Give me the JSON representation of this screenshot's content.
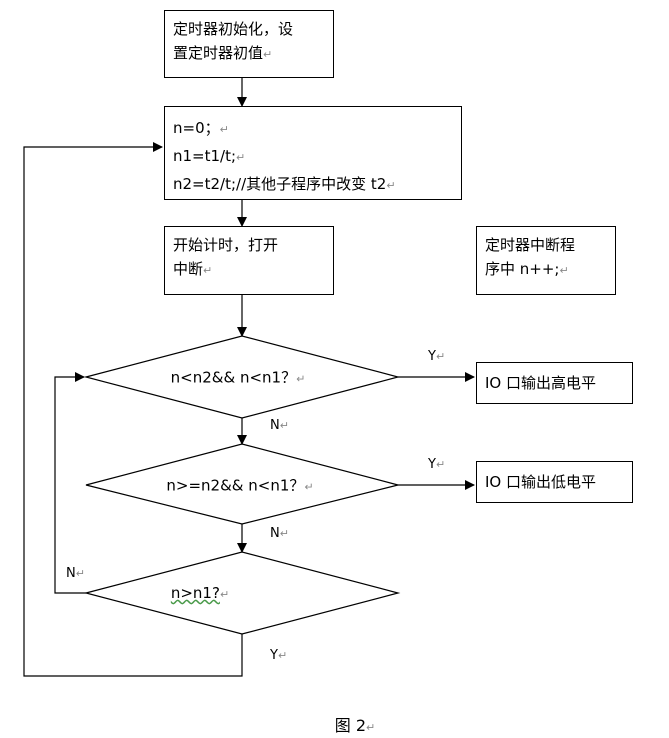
{
  "boxes": {
    "init": [
      "定时器初始化，设",
      "置定时器初值"
    ],
    "vars": [
      "n=0；",
      "n1=t1/t;",
      "n2=t2/t;//其他子程序中改变 t2"
    ],
    "start": [
      "开始计时，打开",
      "中断"
    ],
    "isr": [
      "定时器中断程",
      "序中 n++;"
    ],
    "out_high": "IO 口输出高电平",
    "out_low": "IO 口输出低电平"
  },
  "decisions": {
    "d1": "n<n2&& n<n1？",
    "d2": "n>=n2&& n<n1？",
    "d3": "n>n1?"
  },
  "labels": {
    "y1": "Y",
    "n1": "N",
    "y2": "Y",
    "n2": "N",
    "n3": "N",
    "y3": "Y"
  },
  "para_mark": "↵",
  "caption": "图 2"
}
